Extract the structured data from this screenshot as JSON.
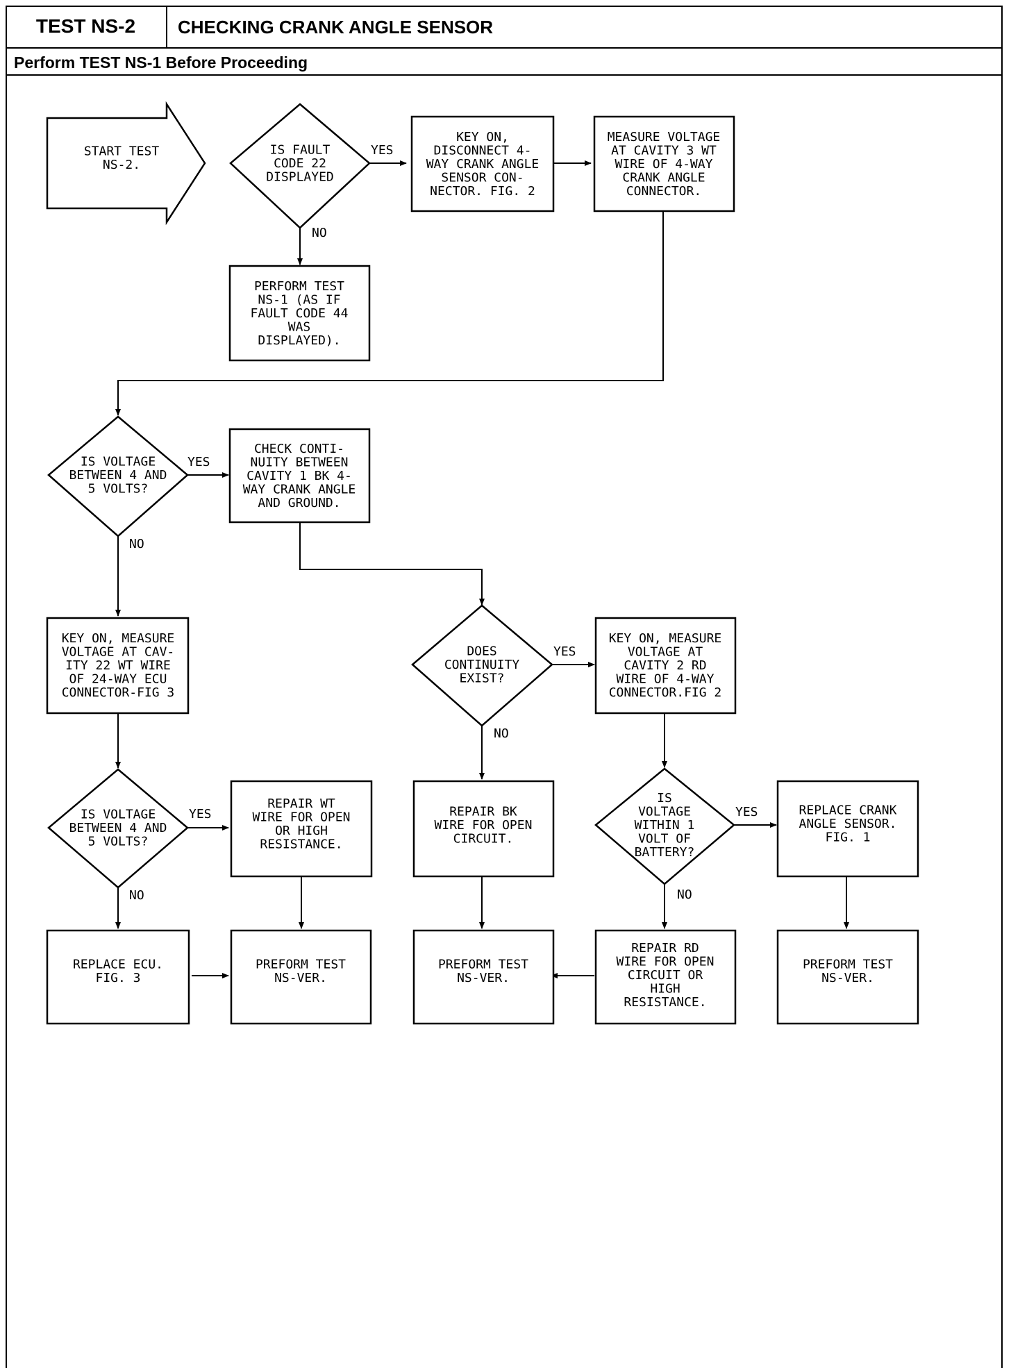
{
  "header": {
    "test_id": "TEST NS-2",
    "title": "CHECKING CRANK ANGLE SENSOR",
    "prerequisite": "Perform TEST NS-1 Before Proceeding"
  },
  "nodes": {
    "start": [
      "START TEST",
      "NS-2."
    ],
    "d_fault": [
      "IS FAULT",
      "CODE 22",
      "DISPLAYED"
    ],
    "disconnect": [
      "KEY ON,",
      "DISCONNECT 4-",
      "WAY CRANK ANGLE",
      "SENSOR CON-",
      "NECTOR. FIG. 2"
    ],
    "measure3": [
      "MEASURE VOLTAGE",
      "AT CAVITY 3 WT",
      "WIRE OF 4-WAY",
      "CRANK ANGLE",
      "CONNECTOR."
    ],
    "perform_ns1": [
      "PERFORM TEST",
      "NS-1 (AS IF",
      "FAULT CODE 44",
      "WAS",
      "DISPLAYED)."
    ],
    "d_volt1": [
      "IS VOLTAGE",
      "BETWEEN 4 AND",
      "5 VOLTS?"
    ],
    "check_cont": [
      "CHECK CONTI-",
      "NUITY BETWEEN",
      "CAVITY 1 BK 4-",
      "WAY CRANK ANGLE",
      "AND GROUND."
    ],
    "measure_ecu": [
      "KEY ON, MEASURE",
      "VOLTAGE AT CAV-",
      "ITY 22 WT WIRE",
      "OF 24-WAY ECU",
      "CONNECTOR-FIG 3"
    ],
    "d_cont": [
      "DOES",
      "CONTINUITY",
      "EXIST?"
    ],
    "measure2": [
      "KEY ON, MEASURE",
      "VOLTAGE AT",
      "CAVITY 2 RD",
      "WIRE OF 4-WAY",
      "CONNECTOR.FIG 2"
    ],
    "d_volt2": [
      "IS VOLTAGE",
      "BETWEEN 4 AND",
      "5 VOLTS?"
    ],
    "repair_wt": [
      "REPAIR WT",
      "WIRE FOR OPEN",
      "OR HIGH",
      "RESISTANCE."
    ],
    "repair_bk": [
      "REPAIR BK",
      "WIRE FOR OPEN",
      "CIRCUIT."
    ],
    "d_batt": [
      "IS",
      "VOLTAGE",
      "WITHIN 1",
      "VOLT OF",
      "BATTERY?"
    ],
    "replace_sensor": [
      "REPLACE CRANK",
      "ANGLE SENSOR.",
      "FIG. 1"
    ],
    "replace_ecu": [
      "REPLACE ECU.",
      "FIG. 3"
    ],
    "ver1": [
      "PREFORM TEST",
      "NS-VER."
    ],
    "ver2": [
      "PREFORM TEST",
      "NS-VER."
    ],
    "repair_rd": [
      "REPAIR RD",
      "WIRE FOR OPEN",
      "CIRCUIT OR",
      "HIGH",
      "RESISTANCE."
    ],
    "ver3": [
      "PREFORM TEST",
      "NS-VER."
    ]
  },
  "labels": {
    "yes": "YES",
    "no": "NO"
  }
}
